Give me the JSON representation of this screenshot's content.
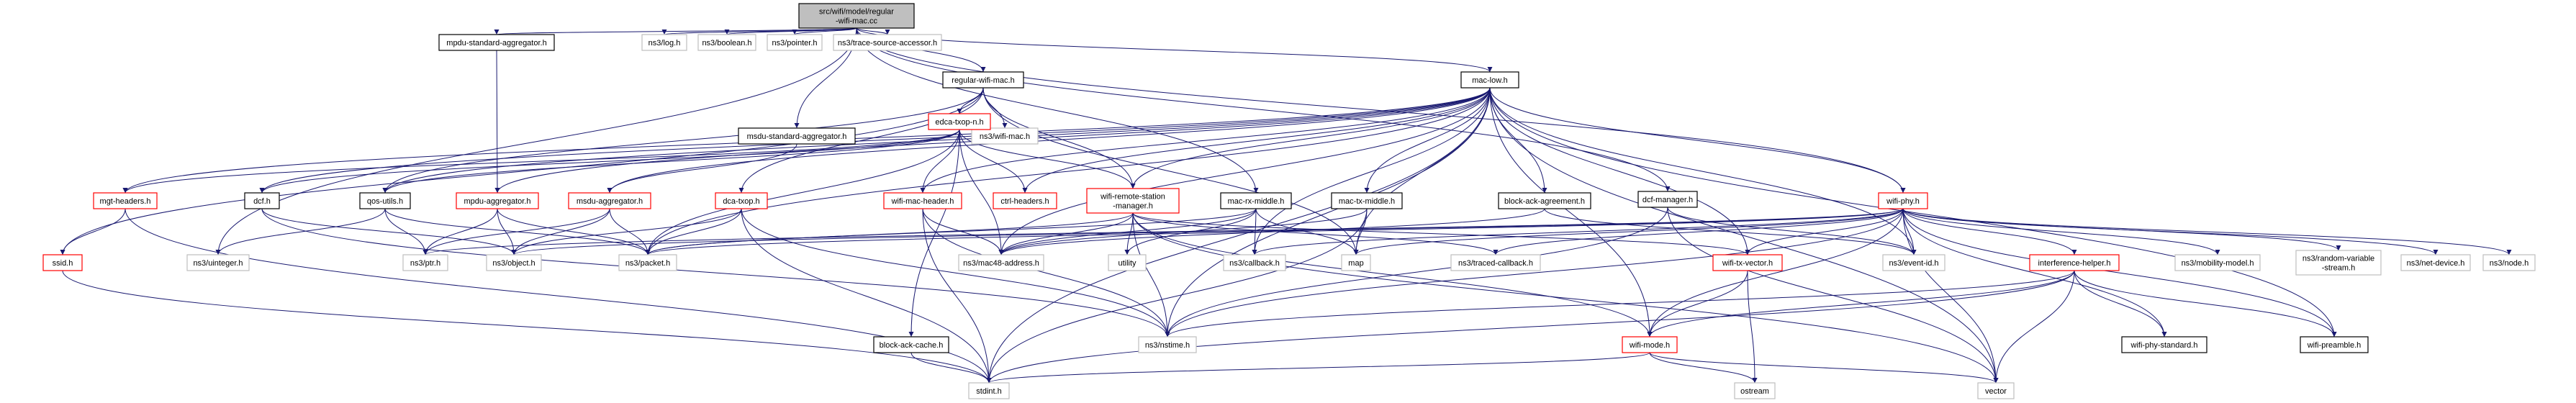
{
  "graph": {
    "colors": {
      "edge": "#191970",
      "root_fill": "#bfbfbf",
      "root_stroke": "#000000",
      "doc_stroke": "#000000",
      "external_stroke": "#bfbfbf",
      "truncated_stroke": "#ff0000",
      "external_text": "#666666"
    },
    "nodes": [
      {
        "id": "root",
        "lines": [
          "src/wifi/model/regular",
          "-wifi-mac.cc"
        ],
        "kind": "root"
      },
      {
        "id": "mpdu_std_agg_h",
        "lines": [
          "mpdu-standard-aggregator.h"
        ],
        "kind": "doc"
      },
      {
        "id": "log",
        "lines": [
          "ns3/log.h"
        ],
        "kind": "external"
      },
      {
        "id": "boolean",
        "lines": [
          "ns3/boolean.h"
        ],
        "kind": "external"
      },
      {
        "id": "pointer",
        "lines": [
          "ns3/pointer.h"
        ],
        "kind": "external"
      },
      {
        "id": "trace_src",
        "lines": [
          "ns3/trace-source-accessor.h"
        ],
        "kind": "external"
      },
      {
        "id": "regular_wifi_mac_h",
        "lines": [
          "regular-wifi-mac.h"
        ],
        "kind": "doc"
      },
      {
        "id": "mac_low_h",
        "lines": [
          "mac-low.h"
        ],
        "kind": "doc"
      },
      {
        "id": "msdu_std_agg_h",
        "lines": [
          "msdu-standard-aggregator.h"
        ],
        "kind": "doc"
      },
      {
        "id": "ns3_wifi_mac_h",
        "lines": [
          "ns3/wifi-mac.h"
        ],
        "kind": "external"
      },
      {
        "id": "edca_txop_n_h",
        "lines": [
          "edca-txop-n.h"
        ],
        "kind": "truncated"
      },
      {
        "id": "wifi_remote_station_mgr_h",
        "lines": [
          "wifi-remote-station",
          "-manager.h"
        ],
        "kind": "truncated"
      },
      {
        "id": "dcf_manager_h",
        "lines": [
          "dcf-manager.h"
        ],
        "kind": "doc"
      },
      {
        "id": "mgt_headers_h",
        "lines": [
          "mgt-headers.h"
        ],
        "kind": "truncated"
      },
      {
        "id": "dcf_h",
        "lines": [
          "dcf.h"
        ],
        "kind": "doc"
      },
      {
        "id": "qos_utils_h",
        "lines": [
          "qos-utils.h"
        ],
        "kind": "doc"
      },
      {
        "id": "mpdu_aggregator_h",
        "lines": [
          "mpdu-aggregator.h"
        ],
        "kind": "truncated"
      },
      {
        "id": "msdu_aggregator_h",
        "lines": [
          "msdu-aggregator.h"
        ],
        "kind": "truncated"
      },
      {
        "id": "dca_txop_h",
        "lines": [
          "dca-txop.h"
        ],
        "kind": "truncated"
      },
      {
        "id": "wifi_mac_header_h",
        "lines": [
          "wifi-mac-header.h"
        ],
        "kind": "truncated"
      },
      {
        "id": "ctrl_headers_h",
        "lines": [
          "ctrl-headers.h"
        ],
        "kind": "truncated"
      },
      {
        "id": "mac_rx_middle_h",
        "lines": [
          "mac-rx-middle.h"
        ],
        "kind": "doc"
      },
      {
        "id": "mac_tx_middle_h",
        "lines": [
          "mac-tx-middle.h"
        ],
        "kind": "doc"
      },
      {
        "id": "block_ack_agreement_h",
        "lines": [
          "block-ack-agreement.h"
        ],
        "kind": "doc"
      },
      {
        "id": "wifi_phy_h",
        "lines": [
          "wifi-phy.h"
        ],
        "kind": "truncated"
      },
      {
        "id": "ssid_h",
        "lines": [
          "ssid.h"
        ],
        "kind": "truncated"
      },
      {
        "id": "ns3_uinteger",
        "lines": [
          "ns3/uinteger.h"
        ],
        "kind": "external"
      },
      {
        "id": "ns3_ptr",
        "lines": [
          "ns3/ptr.h"
        ],
        "kind": "external"
      },
      {
        "id": "ns3_object",
        "lines": [
          "ns3/object.h"
        ],
        "kind": "external"
      },
      {
        "id": "ns3_packet",
        "lines": [
          "ns3/packet.h"
        ],
        "kind": "external"
      },
      {
        "id": "ns3_mac48",
        "lines": [
          "ns3/mac48-address.h"
        ],
        "kind": "external"
      },
      {
        "id": "utility",
        "lines": [
          "utility"
        ],
        "kind": "external"
      },
      {
        "id": "ns3_callback",
        "lines": [
          "ns3/callback.h"
        ],
        "kind": "external"
      },
      {
        "id": "map",
        "lines": [
          "map"
        ],
        "kind": "external"
      },
      {
        "id": "ns3_traced_cb",
        "lines": [
          "ns3/traced-callback.h"
        ],
        "kind": "external"
      },
      {
        "id": "wifi_tx_vector_h",
        "lines": [
          "wifi-tx-vector.h"
        ],
        "kind": "truncated"
      },
      {
        "id": "ns3_event_id",
        "lines": [
          "ns3/event-id.h"
        ],
        "kind": "external"
      },
      {
        "id": "interference_helper_h",
        "lines": [
          "interference-helper.h"
        ],
        "kind": "truncated"
      },
      {
        "id": "ns3_mobility",
        "lines": [
          "ns3/mobility-model.h"
        ],
        "kind": "external"
      },
      {
        "id": "ns3_random_var",
        "lines": [
          "ns3/random-variable",
          "-stream.h"
        ],
        "kind": "external"
      },
      {
        "id": "ns3_net_device",
        "lines": [
          "ns3/net-device.h"
        ],
        "kind": "external"
      },
      {
        "id": "ns3_node",
        "lines": [
          "ns3/node.h"
        ],
        "kind": "external"
      },
      {
        "id": "block_ack_cache_h",
        "lines": [
          "block-ack-cache.h"
        ],
        "kind": "doc"
      },
      {
        "id": "ns3_nstime",
        "lines": [
          "ns3/nstime.h"
        ],
        "kind": "external"
      },
      {
        "id": "wifi_mode_h",
        "lines": [
          "wifi-mode.h"
        ],
        "kind": "truncated"
      },
      {
        "id": "wifi_phy_standard_h",
        "lines": [
          "wifi-phy-standard.h"
        ],
        "kind": "doc"
      },
      {
        "id": "wifi_preamble_h",
        "lines": [
          "wifi-preamble.h"
        ],
        "kind": "doc"
      },
      {
        "id": "stdint",
        "lines": [
          "stdint.h"
        ],
        "kind": "external"
      },
      {
        "id": "ostream",
        "lines": [
          "ostream"
        ],
        "kind": "external"
      },
      {
        "id": "vector",
        "lines": [
          "vector"
        ],
        "kind": "external"
      }
    ],
    "edges": [
      [
        "root",
        "mpdu_std_agg_h"
      ],
      [
        "root",
        "log"
      ],
      [
        "root",
        "boolean"
      ],
      [
        "root",
        "pointer"
      ],
      [
        "root",
        "trace_src"
      ],
      [
        "root",
        "regular_wifi_mac_h"
      ],
      [
        "root",
        "mac_low_h"
      ],
      [
        "root",
        "msdu_std_agg_h"
      ],
      [
        "root",
        "mac_rx_middle_h"
      ],
      [
        "root",
        "wifi_phy_h"
      ],
      [
        "root",
        "dcf_manager_h"
      ],
      [
        "root",
        "ns3_uinteger"
      ],
      [
        "regular_wifi_mac_h",
        "ns3_wifi_mac_h"
      ],
      [
        "regular_wifi_mac_h",
        "edca_txop_n_h"
      ],
      [
        "regular_wifi_mac_h",
        "wifi_remote_station_mgr_h"
      ],
      [
        "regular_wifi_mac_h",
        "ssid_h"
      ],
      [
        "regular_wifi_mac_h",
        "qos_utils_h"
      ],
      [
        "regular_wifi_mac_h",
        "map"
      ],
      [
        "regular_wifi_mac_h",
        "dca_txop_h"
      ],
      [
        "mpdu_std_agg_h",
        "mpdu_aggregator_h"
      ],
      [
        "msdu_std_agg_h",
        "msdu_aggregator_h"
      ],
      [
        "edca_txop_n_h",
        "mgt_headers_h"
      ],
      [
        "edca_txop_n_h",
        "dcf_h"
      ],
      [
        "edca_txop_n_h",
        "qos_utils_h"
      ],
      [
        "edca_txop_n_h",
        "wifi_mac_header_h"
      ],
      [
        "edca_txop_n_h",
        "ctrl_headers_h"
      ],
      [
        "edca_txop_n_h",
        "wifi_remote_station_mgr_h"
      ],
      [
        "edca_txop_n_h",
        "block_ack_cache_h"
      ],
      [
        "edca_txop_n_h",
        "ns3_packet"
      ],
      [
        "edca_txop_n_h",
        "ns3_mac48"
      ],
      [
        "mac_low_h",
        "mgt_headers_h"
      ],
      [
        "mac_low_h",
        "dcf_h"
      ],
      [
        "mac_low_h",
        "qos_utils_h"
      ],
      [
        "mac_low_h",
        "mpdu_aggregator_h"
      ],
      [
        "mac_low_h",
        "msdu_aggregator_h"
      ],
      [
        "mac_low_h",
        "wifi_mac_header_h"
      ],
      [
        "mac_low_h",
        "ctrl_headers_h"
      ],
      [
        "mac_low_h",
        "wifi_remote_station_mgr_h"
      ],
      [
        "mac_low_h",
        "mac_tx_middle_h"
      ],
      [
        "mac_low_h",
        "block_ack_agreement_h"
      ],
      [
        "mac_low_h",
        "wifi_phy_h"
      ],
      [
        "mac_low_h",
        "ns3_packet"
      ],
      [
        "mac_low_h",
        "ns3_mac48"
      ],
      [
        "mac_low_h",
        "map"
      ],
      [
        "mac_low_h",
        "ns3_callback"
      ],
      [
        "mac_low_h",
        "ns3_nstime"
      ],
      [
        "mac_low_h",
        "wifi_mode_h"
      ],
      [
        "mac_low_h",
        "wifi_preamble_h"
      ],
      [
        "mac_low_h",
        "vector"
      ],
      [
        "mac_low_h",
        "ns3_event_id"
      ],
      [
        "mac_low_h",
        "wifi_tx_vector_h"
      ],
      [
        "mac_low_h",
        "stdint"
      ],
      [
        "dcf_manager_h",
        "ns3_nstime"
      ],
      [
        "dcf_manager_h",
        "ns3_event_id"
      ],
      [
        "dcf_manager_h",
        "vector"
      ],
      [
        "mgt_headers_h",
        "ssid_h"
      ],
      [
        "mgt_headers_h",
        "stdint"
      ],
      [
        "dcf_h",
        "ns3_object"
      ],
      [
        "dcf_h",
        "ns3_nstime"
      ],
      [
        "qos_utils_h",
        "ns3_uinteger"
      ],
      [
        "qos_utils_h",
        "ns3_packet"
      ],
      [
        "qos_utils_h",
        "ns3_ptr"
      ],
      [
        "mpdu_aggregator_h",
        "ns3_ptr"
      ],
      [
        "mpdu_aggregator_h",
        "ns3_packet"
      ],
      [
        "mpdu_aggregator_h",
        "ns3_object"
      ],
      [
        "msdu_aggregator_h",
        "ns3_ptr"
      ],
      [
        "msdu_aggregator_h",
        "ns3_packet"
      ],
      [
        "msdu_aggregator_h",
        "ns3_object"
      ],
      [
        "dca_txop_h",
        "ns3_object"
      ],
      [
        "dca_txop_h",
        "ns3_packet"
      ],
      [
        "dca_txop_h",
        "stdint"
      ],
      [
        "dca_txop_h",
        "ns3_nstime"
      ],
      [
        "wifi_mac_header_h",
        "ns3_mac48"
      ],
      [
        "wifi_mac_header_h",
        "ns3_nstime"
      ],
      [
        "wifi_mac_header_h",
        "stdint"
      ],
      [
        "wifi_remote_station_mgr_h",
        "ns3_mac48"
      ],
      [
        "wifi_remote_station_mgr_h",
        "ns3_packet"
      ],
      [
        "wifi_remote_station_mgr_h",
        "utility"
      ],
      [
        "wifi_remote_station_mgr_h",
        "ns3_traced_cb"
      ],
      [
        "wifi_remote_station_mgr_h",
        "wifi_tx_vector_h"
      ],
      [
        "wifi_remote_station_mgr_h",
        "wifi_mode_h"
      ],
      [
        "wifi_remote_station_mgr_h",
        "ns3_nstime"
      ],
      [
        "wifi_remote_station_mgr_h",
        "vector"
      ],
      [
        "mac_rx_middle_h",
        "map"
      ],
      [
        "mac_rx_middle_h",
        "utility"
      ],
      [
        "mac_rx_middle_h",
        "ns3_callback"
      ],
      [
        "mac_rx_middle_h",
        "ns3_packet"
      ],
      [
        "mac_rx_middle_h",
        "ns3_mac48"
      ],
      [
        "mac_tx_middle_h",
        "stdint"
      ],
      [
        "mac_tx_middle_h",
        "map"
      ],
      [
        "mac_tx_middle_h",
        "ns3_mac48"
      ],
      [
        "block_ack_agreement_h",
        "ns3_mac48"
      ],
      [
        "block_ack_agreement_h",
        "ns3_event_id"
      ],
      [
        "wifi_phy_h",
        "map"
      ],
      [
        "wifi_phy_h",
        "ns3_callback"
      ],
      [
        "wifi_phy_h",
        "ns3_packet"
      ],
      [
        "wifi_phy_h",
        "ns3_object"
      ],
      [
        "wifi_phy_h",
        "ns3_nstime"
      ],
      [
        "wifi_phy_h",
        "ns3_ptr"
      ],
      [
        "wifi_phy_h",
        "ns3_traced_cb"
      ],
      [
        "wifi_phy_h",
        "wifi_tx_vector_h"
      ],
      [
        "wifi_phy_h",
        "ns3_event_id"
      ],
      [
        "wifi_phy_h",
        "interference_helper_h"
      ],
      [
        "wifi_phy_h",
        "ns3_mobility"
      ],
      [
        "wifi_phy_h",
        "ns3_random_var"
      ],
      [
        "wifi_phy_h",
        "ns3_net_device"
      ],
      [
        "wifi_phy_h",
        "ns3_node"
      ],
      [
        "wifi_phy_h",
        "wifi_mode_h"
      ],
      [
        "wifi_phy_h",
        "wifi_phy_standard_h"
      ],
      [
        "wifi_phy_h",
        "wifi_preamble_h"
      ],
      [
        "wifi_phy_h",
        "vector"
      ],
      [
        "ssid_h",
        "stdint"
      ],
      [
        "wifi_tx_vector_h",
        "wifi_mode_h"
      ],
      [
        "wifi_tx_vector_h",
        "ostream"
      ],
      [
        "interference_helper_h",
        "ns3_nstime"
      ],
      [
        "interference_helper_h",
        "wifi_mode_h"
      ],
      [
        "interference_helper_h",
        "wifi_preamble_h"
      ],
      [
        "interference_helper_h",
        "wifi_phy_standard_h"
      ],
      [
        "interference_helper_h",
        "vector"
      ],
      [
        "interference_helper_h",
        "stdint"
      ],
      [
        "block_ack_cache_h",
        "stdint"
      ],
      [
        "wifi_mode_h",
        "stdint"
      ],
      [
        "wifi_mode_h",
        "ostream"
      ],
      [
        "wifi_mode_h",
        "vector"
      ]
    ]
  }
}
